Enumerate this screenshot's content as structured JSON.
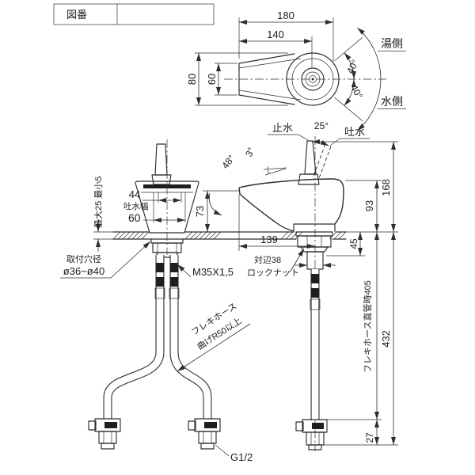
{
  "title_block": {
    "label": "図番"
  },
  "top_view": {
    "d180": "180",
    "d140": "140",
    "d80": "80",
    "d60": "60",
    "angle_upper": "40°",
    "angle_lower": "40°",
    "hot_side": "湯側",
    "cold_side": "水側"
  },
  "side_view": {
    "stop": "止水",
    "lever_angle": "25°",
    "discharge": "吐水",
    "tilt_angle": "3°",
    "spout_angle": "48°",
    "d73": "73",
    "d139": "139",
    "across_flats": "対辺38",
    "locknut": "ロックナット",
    "d45": "45",
    "d93": "93",
    "d168": "168",
    "hose_straight": "フレキホース直管時405",
    "d432": "432",
    "d27": "27"
  },
  "front_view": {
    "d44": "44",
    "spout_width_label": "吐水幅",
    "d60": "60",
    "deck_range": "最大25 最小5",
    "mount_hole_title": "取付穴径",
    "mount_hole_range": "ø36~ø40",
    "thread_spec": "M35X1,5",
    "flex_label": "フレキホース",
    "bend_label": "曲げR50以上",
    "connection": "G1/2"
  }
}
